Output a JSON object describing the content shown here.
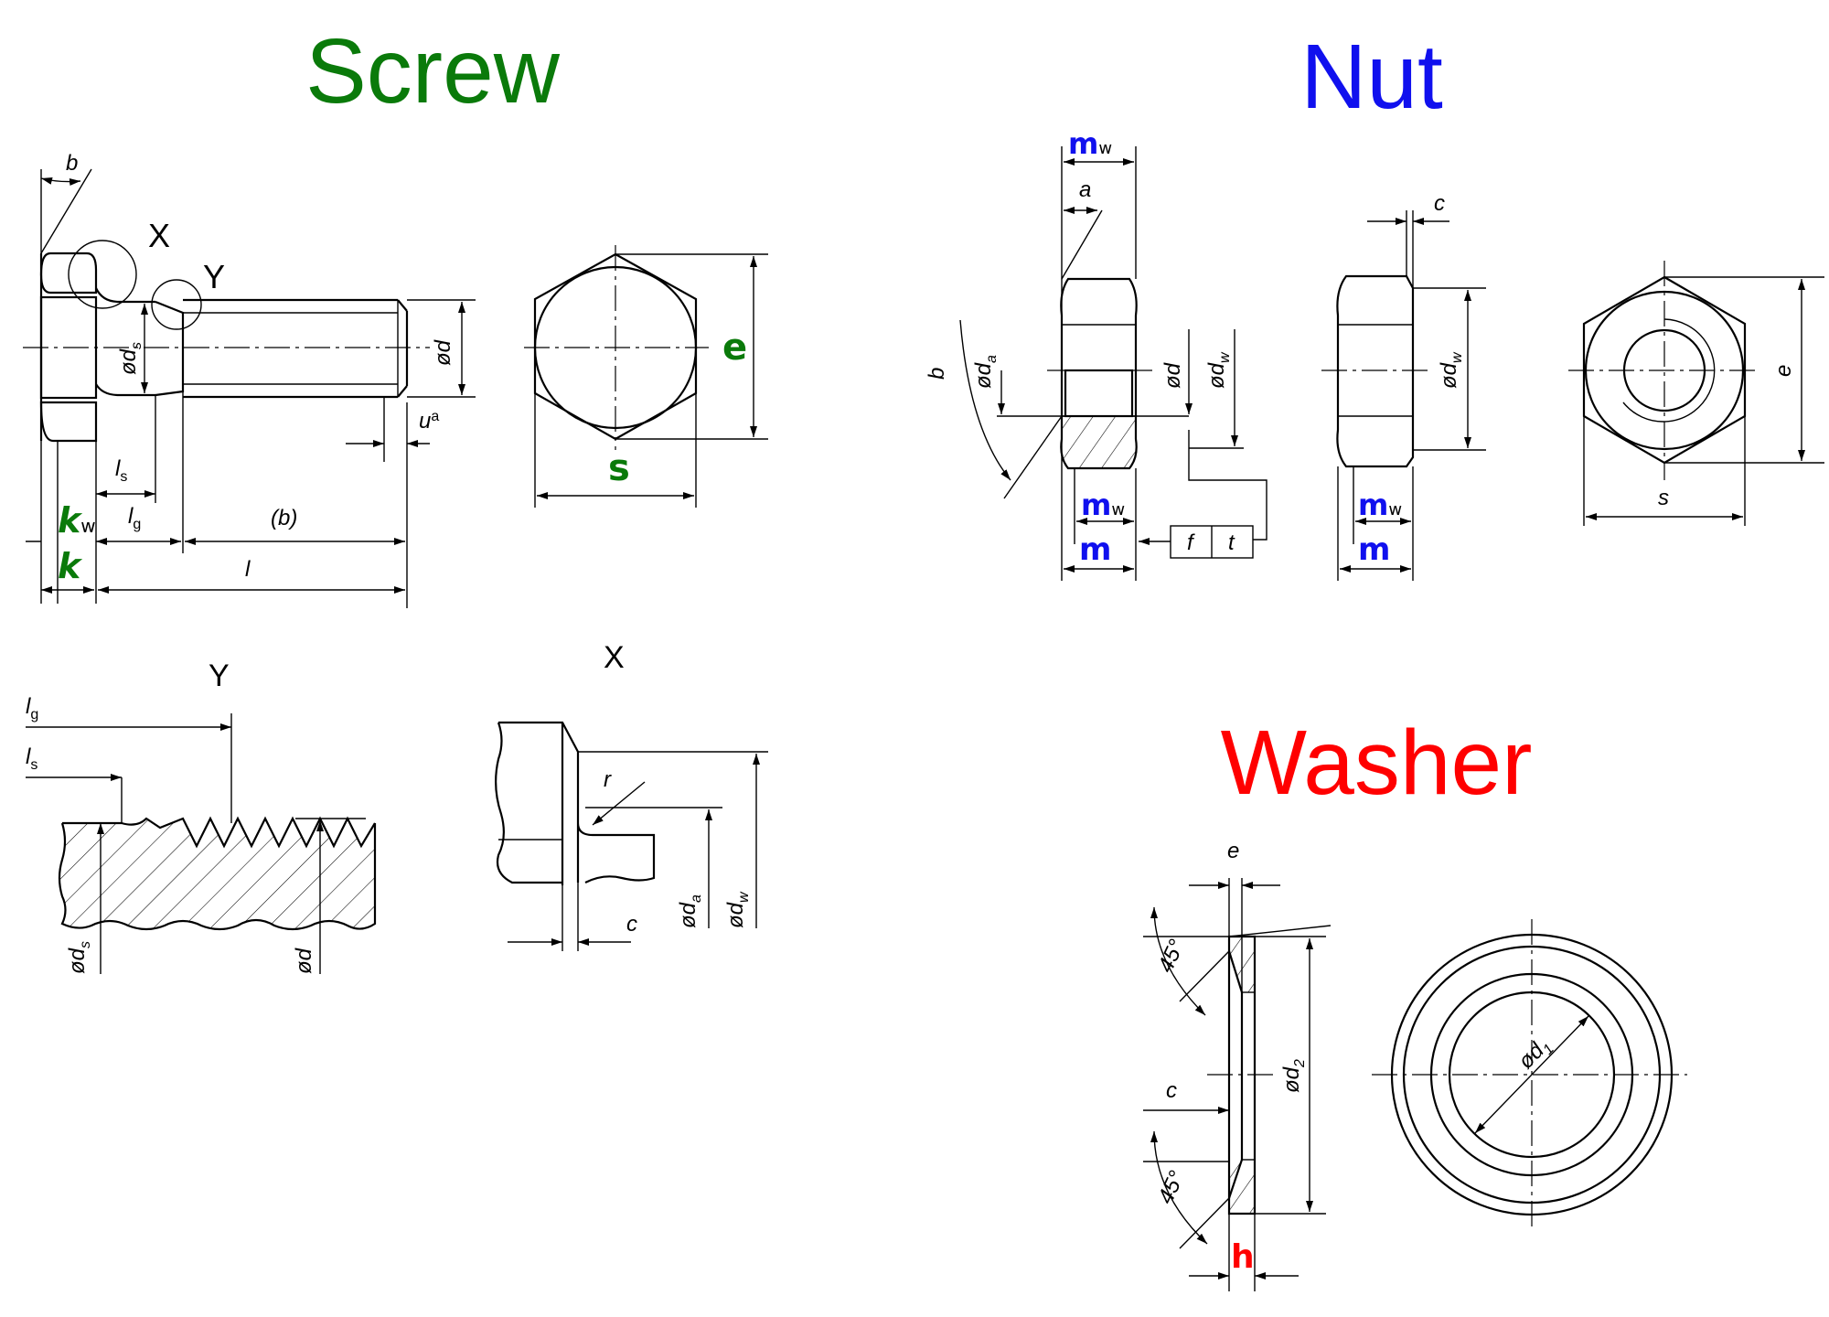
{
  "titles": {
    "screw": "Screw",
    "nut": "Nut",
    "washer": "Washer"
  },
  "colors": {
    "screw": "#0a7a0a",
    "nut": "#1010ee",
    "washer": "#ff0000",
    "line": "#000000"
  },
  "screw": {
    "detail_x": "X",
    "detail_y": "Y",
    "labels": {
      "b": "b",
      "ds": "ød",
      "ds_sub": "s",
      "d": "ød",
      "u": "u",
      "u_sup": "a",
      "ls": "l",
      "ls_sub": "s",
      "lg": "l",
      "lg_sub": "g",
      "b_paren": "(b)",
      "l": "l",
      "e": "e",
      "s": "s",
      "kw": "k",
      "kw_sub": "w",
      "k": "k"
    }
  },
  "detail_y": {
    "title": "Y",
    "lg": "l",
    "lg_sub": "g",
    "ls": "l",
    "ls_sub": "s",
    "ds": "ød",
    "ds_sub": "s",
    "d": "ød"
  },
  "detail_x": {
    "title": "X",
    "r": "r",
    "c": "c",
    "da": "ød",
    "da_sub": "a",
    "dw": "ød",
    "dw_sub": "w"
  },
  "nut": {
    "labels": {
      "mw_top": "m",
      "mw_top_sub": "w",
      "a": "a",
      "b": "b",
      "da": "ød",
      "da_sub": "a",
      "d": "ød",
      "dw": "ød",
      "dw_sub": "w",
      "mw": "m",
      "mw_sub": "w",
      "m": "m",
      "f": "f",
      "t": "t",
      "c": "c",
      "dw2": "ød",
      "dw2_sub": "w",
      "mw2": "m",
      "mw2_sub": "w",
      "m2": "m",
      "e": "e",
      "s": "s"
    }
  },
  "washer": {
    "labels": {
      "e": "e",
      "angle_top": "45°",
      "angle_bottom": "45°",
      "c": "c",
      "d2": "ød",
      "d2_sub": "2",
      "h": "h",
      "d1": "ød",
      "d1_sub": "1"
    }
  }
}
